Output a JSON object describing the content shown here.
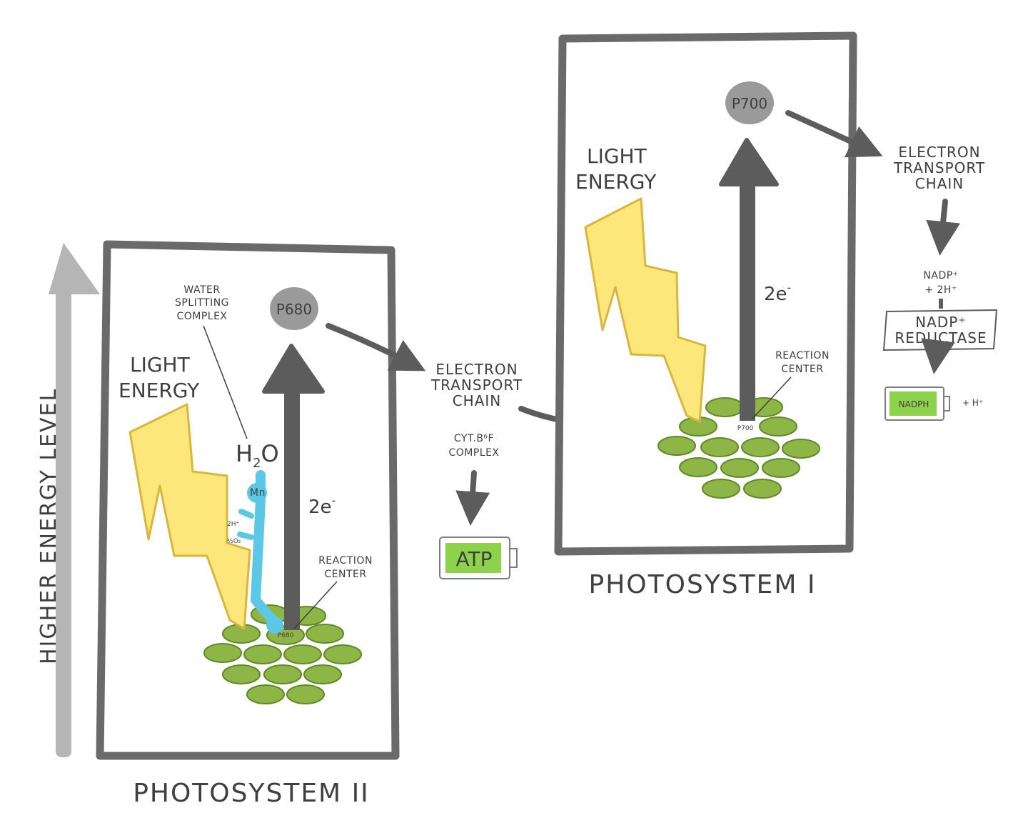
{
  "axis": {
    "label": "HIGHER ENERGY LEVEL"
  },
  "ps2": {
    "title": "PHOTOSYSTEM II",
    "light_line1": "LIGHT",
    "light_line2": "ENERGY",
    "water_line1": "WATER",
    "water_line2": "SPLITTING",
    "water_line3": "COMPLEX",
    "h2o_h": "H",
    "h2o_sub": "2",
    "h2o_o": "O",
    "mn": "Mn",
    "ion1": "2H⁺",
    "ion2": "½O₂",
    "pigment": "P680",
    "pigment_small": "P680",
    "electrons": "2e",
    "electrons_sup": "-",
    "rc_line1": "REACTION",
    "rc_line2": "CENTER"
  },
  "ps1": {
    "title": "PHOTOSYSTEM I",
    "light_line1": "LIGHT",
    "light_line2": "ENERGY",
    "pigment": "P700",
    "pigment_small": "P700",
    "electrons": "2e",
    "electrons_sup": "-",
    "rc_line1": "REACTION",
    "rc_line2": "CENTER"
  },
  "etc1": {
    "line1": "ELECTRON",
    "line2": "TRANSPORT",
    "line3": "CHAIN",
    "cyt_line1": "CYT.B⁶F",
    "cyt_line2": "COMPLEX",
    "atp": "ATP"
  },
  "etc2": {
    "line1": "ELECTRON",
    "line2": "TRANSPORT",
    "line3": "CHAIN",
    "nadp_line1": "NADP⁺",
    "nadp_line2": "+ 2H⁺",
    "reductase_line1": "NADP⁺",
    "reductase_line2": "REDUCTASE",
    "nadph": "NADPH",
    "plus_h": "+ H⁺"
  },
  "colors": {
    "frame": "#6a6a6a",
    "arrow_dark": "#5c5c5c",
    "arrow_light": "#b5b5b5",
    "pigment_fill": "#9a9a9a",
    "lightning": "#fde67a",
    "lightning_edge": "#d8b640",
    "chlorophyll": "#8db646",
    "water_complex": "#5cc8e6",
    "battery_fill": "#8ed14c"
  }
}
